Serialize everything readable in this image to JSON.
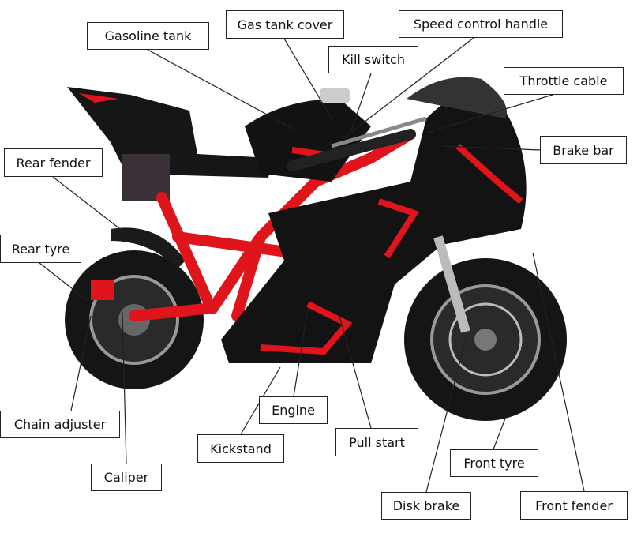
{
  "title": "Pocket bike parts diagram",
  "labels": {
    "gasoline_tank": "Gasoline tank",
    "gas_tank_cover": "Gas tank cover",
    "speed_control_handle": "Speed control handle",
    "kill_switch": "Kill switch",
    "throttle_cable": "Throttle cable",
    "brake_bar": "Brake bar",
    "rear_fender": "Rear fender",
    "rear_tyre": "Rear tyre",
    "chain_adjuster": "Chain adjuster",
    "caliper": "Caliper",
    "kickstand": "Kickstand",
    "engine": "Engine",
    "pull_start": "Pull start",
    "front_tyre": "Front tyre",
    "disk_brake": "Disk brake",
    "front_fender": "Front fender"
  },
  "colors": {
    "body": "#111111",
    "accent": "#e0141b",
    "rim": "#888888"
  }
}
